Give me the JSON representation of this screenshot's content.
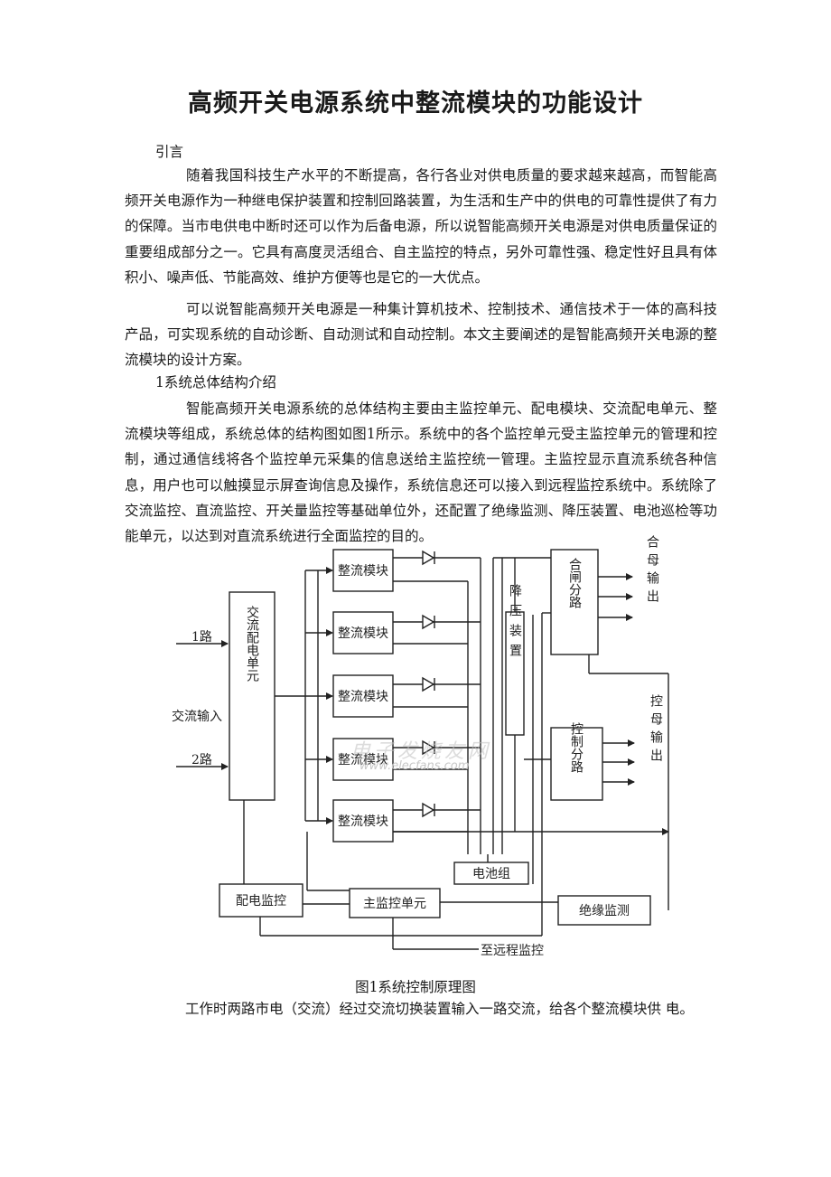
{
  "title": "高频开关电源系统中整流模块的功能设计",
  "sections": {
    "intro_heading": "引言",
    "intro_p1": "随着我国科技生产水平的不断提高，各行各业对供电质量的要求越来越高，而智能高频开关电源作为一种继电保护装置和控制回路装置，为生活和生产中的供电的可靠性提供了有力的保障。当市电供电中断时还可以作为后备电源，所以说智能高频开关电源是对供电质量保证的重要组成部分之一。它具有高度灵活组合、自主监控的特点，另外可靠性强、稳定性好且具有体积小、噪声低、节能高效、维护方便等也是它的一大优点。",
    "intro_p2": "可以说智能高频开关电源是一种集计算机技术、控制技术、通信技术于一体的高科技产品，可实现系统的自动诊断、自动测试和自动控制。本文主要阐述的是智能高频开关电源的整流模块的设计方案。",
    "sec1_heading": "1系统总体结构介绍",
    "sec1_p1": "智能高频开关电源系统的总体结构主要由主监控单元、配电模块、交流配电单元、整流模块等组成，系统总体的结构图如图1所示。系统中的各个监控单元受主监控单元的管理和控制，通过通信线将各个监控单元采集的信息送给主监控统一管理。主监控显示直流系统各种信息，用户也可以触摸显示屏查询信息及操作，系统信息还可以接入到远程监控系统中。系统除了交流监控、直流监控、开关量监控等基础单位外，还配置了绝缘监测、降压装置、电池巡检等功能单元，以达到对直流系统进行全面监控的目的。"
  },
  "diagram": {
    "input_1": "1路",
    "input_label": "交流输入",
    "input_2": "2路",
    "ac_unit": "交流配电单元",
    "rectifiers": [
      "整流模块",
      "整流模块",
      "整流模块",
      "整流模块",
      "整流模块"
    ],
    "step_down": "降压装置",
    "close_branch": "合闸分路",
    "close_output": "合母输出",
    "control_branch": "控制分路",
    "control_output": "控母输出",
    "battery": "电池组",
    "dist_monitor": "配电监控",
    "main_monitor": "主监控单元",
    "insulation": "绝缘监测",
    "remote": "至远程监控",
    "watermark_cn": "电子发烧友网",
    "watermark_url": "www.elecfans.com"
  },
  "caption": "图1系统控制原理图",
  "last_line": "工作时两路市电（交流）经过交流切换装置输入一路交流，给各个整流模块供  电。"
}
